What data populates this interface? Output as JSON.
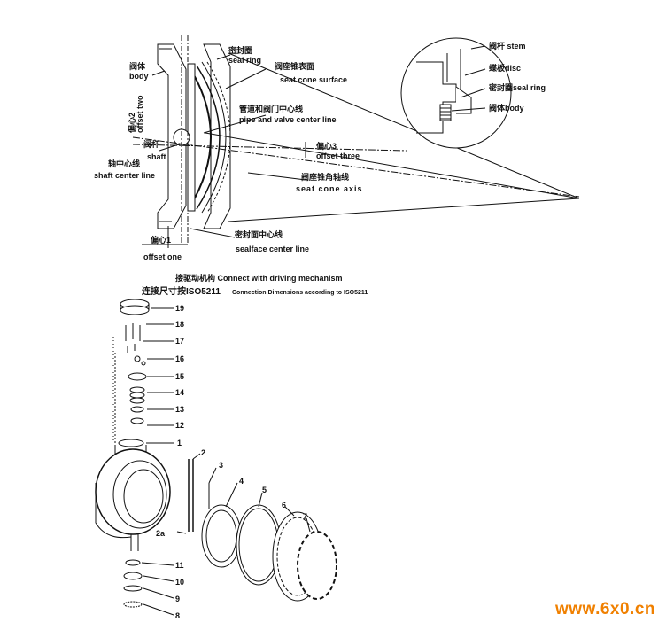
{
  "top_diagram": {
    "labels": {
      "seal_ring": [
        "密封圈",
        "seal ring"
      ],
      "body": [
        "阀体",
        "body"
      ],
      "seat_cone_surface": [
        "阀座锥表面",
        "seat cone surface"
      ],
      "pipe_center": [
        "管道和阀门中心线",
        "pipe and valve center line"
      ],
      "offset_two_cn": "偏心2",
      "offset_two_en": "offset two",
      "shaft": [
        "阀杆",
        "shaft"
      ],
      "shaft_center": [
        "轴中心线",
        "shaft center line"
      ],
      "offset_three": [
        "偏心3",
        "offset three"
      ],
      "seat_cone_axis": [
        "阀座锥角轴线",
        "seat cone axis"
      ],
      "sealface_center": [
        "密封面中心线",
        "sealface center line"
      ],
      "offset_one": [
        "偏心1",
        "offset one"
      ]
    },
    "detail": {
      "stem": "阀杆 stem",
      "disc": "蝶板disc",
      "seal_ring": "密封圈seal ring",
      "body": "阀体body"
    }
  },
  "bottom_diagram": {
    "header_line1": "接驱动机构 Connect with driving mechanism",
    "header_line2_cn": "连接尺寸按ISO5211",
    "header_line2_en": "Connection Dimensions according to ISO5211",
    "parts_column": [
      "19",
      "18",
      "17",
      "16",
      "15",
      "14",
      "13",
      "12",
      "1"
    ],
    "parts_lower": [
      "11",
      "10",
      "9",
      "8"
    ],
    "parts_right": [
      "2",
      "3",
      "4",
      "5",
      "6",
      "7",
      "2a"
    ]
  },
  "watermark": "www.6x0.cn"
}
